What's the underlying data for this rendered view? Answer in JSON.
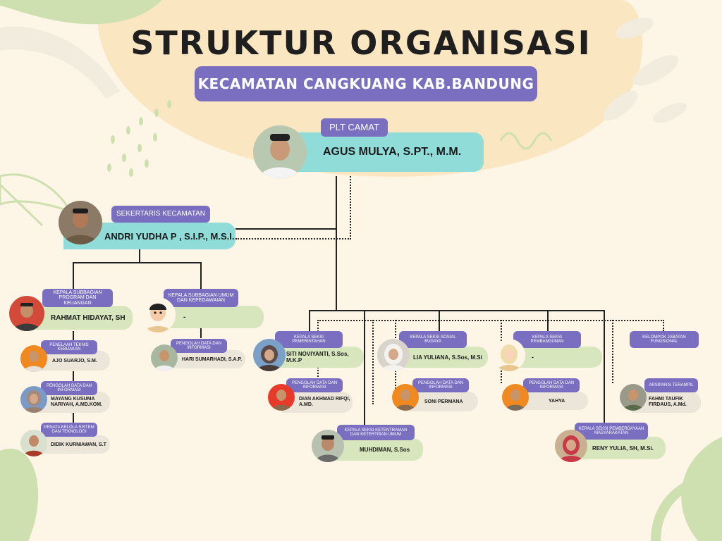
{
  "header": {
    "title": "STRUKTUR ORGANISASI",
    "subtitle": "KECAMATAN CANGKUANG KAB.BANDUNG"
  },
  "camat": {
    "role": "PLT CAMAT",
    "name": "AGUS MULYA, S.PT., M.M."
  },
  "sekcam": {
    "role": "SEKERTARIS  KECAMATAN",
    "name": "ANDRI YUDHA P , S.I.P., M.S.I."
  },
  "subbag_program": {
    "role": "KEPALA SUBBAGIAN PROGRAM DAN KEUANGAN",
    "name": "RAHMAT HIDAYAT, SH",
    "staff": [
      {
        "role": "PENELAAH TEKNIS KEBIJAKAN",
        "name": "AJO SUARJO, S.M."
      },
      {
        "role": "PENGOLAH DATA DAN INFORMASI",
        "name": "MAYANG KUSUMA NARIYAH, A.MD.KOM."
      },
      {
        "role": "PENATA KELOLA SISTEM DAN TEKNOLOGI",
        "name": "DIDIK KURNIAWAN, S.T"
      }
    ]
  },
  "subbag_umum": {
    "role": "KEPALA SUBBAGIAN UMUM DAN KEPEGAWAIAN",
    "name": "-",
    "staff": [
      {
        "role": "PENGOLAH DATA DAN INFORMASI",
        "name": "HARI SUMARHADI, S.A.P."
      }
    ]
  },
  "seksi_pemerintahan": {
    "role": "KEPALA SEKSI PEMERINTAHAN",
    "name": "SITI NOVIYANTI, S.Sos, M.K.P",
    "staff": [
      {
        "role": "PENGOLAH DATA DAN INFORMASI",
        "name": "DIAN AKHMAD RIFQI, A.MD."
      }
    ]
  },
  "seksi_sosbud": {
    "role": "KEPALA SEKSI SOSIAL BUDAYA",
    "name": "LIA YULIANA, S.Sos, M.Si",
    "staff": [
      {
        "role": "PENGOLAH DATA DAN INFORMASI",
        "name": "SONI PERMANA"
      }
    ]
  },
  "seksi_pembangunan": {
    "role": "KEPALA SEKSI PEMBANGUNAN",
    "name": "-",
    "staff": [
      {
        "role": "PENGOLAH DATA DAN INFORMASI",
        "name": "YAHYA"
      }
    ]
  },
  "fungsional": {
    "role": "KELOMPOK JABATAN FUNGSIONAL",
    "staff": [
      {
        "role": "ARSIPARIS TERAMPIL",
        "name": "FAHMI TAUFIK FIRDAUS, A.Md."
      }
    ]
  },
  "seksi_trantib": {
    "role": "KEPALA SEKSI KETENTRAMAN DAN KETERTIBAN UMUM",
    "name": "MUHDIMAN, S.Sos"
  },
  "seksi_pemberdayaan": {
    "role": "KEPALA SEKSI PEMBERDAYAAN MASYARAKATAN",
    "name": "RENY YULIA, SH, M.Si."
  },
  "colors": {
    "tag": "#7a6ec0",
    "cyan": "#8fdcd9",
    "green": "#d8e6bd",
    "gray": "#ece6da",
    "background": "#fdf5e6",
    "accent_blob": "#fbe6c2",
    "leaf": "#cfe0b0"
  }
}
